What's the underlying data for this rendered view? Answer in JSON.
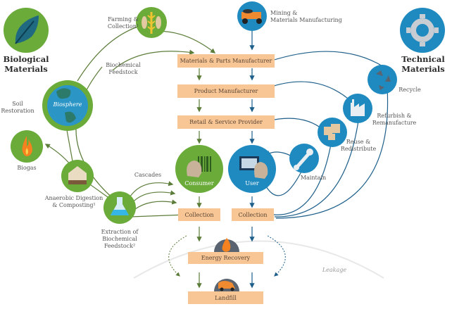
{
  "titles": {
    "biological": "Biological Materials",
    "biological_line1": "Biological",
    "biological_line2": "Materials",
    "technical_line1": "Technical",
    "technical_line2": "Materials"
  },
  "central_flow": [
    {
      "id": "materials-parts",
      "label": "Materials & Parts Manufacturer"
    },
    {
      "id": "product",
      "label": "Product Manufacturer"
    },
    {
      "id": "retail",
      "label": "Retail & Service Provider"
    },
    {
      "id": "collection-bio",
      "label": "Collection"
    },
    {
      "id": "collection-tech",
      "label": "Collection"
    },
    {
      "id": "energy",
      "label": "Energy Recovery"
    },
    {
      "id": "landfill",
      "label": "Landfill"
    }
  ],
  "consumer": {
    "label": "Consumer"
  },
  "user": {
    "label": "User"
  },
  "biological_nodes": {
    "farming": [
      "Farming &",
      "Collection¹"
    ],
    "feedstock": [
      "Biochemical",
      "Feedstock"
    ],
    "biosphere": "Biosphere",
    "soil": [
      "Soil",
      "Restoration"
    ],
    "biogas": "Biogas",
    "anaerobic": [
      "Anaerobic Digestion",
      "& Composting¹"
    ],
    "extraction": [
      "Extraction of",
      "Biochemical",
      "Feedstock²"
    ],
    "cascades": "Cascades"
  },
  "technical_nodes": {
    "mining": [
      "Mining &",
      "Materials Manufacturing"
    ],
    "recycle": "Recycle",
    "refurbish": [
      "Refurbish &",
      "Remanufacture"
    ],
    "reuse": [
      "Reuse &",
      "Redistribute"
    ],
    "maintain": "Maintain"
  },
  "leakage": "Leakage",
  "colors": {
    "green": "#6aab3a",
    "blue": "#1f8ac0",
    "box": "#f8c594",
    "dark": "#5a6470",
    "arrow_green": "#5c7d3a",
    "arrow_blue": "#1d5f8a"
  }
}
